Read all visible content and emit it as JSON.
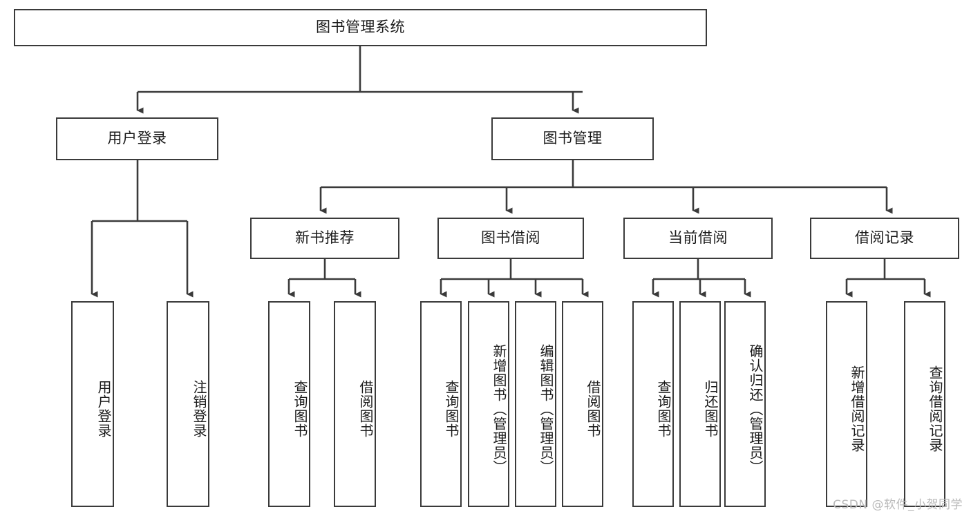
{
  "diagram": {
    "title": "图书管理系统",
    "type": "hierarchy-tree",
    "watermark": "CSDN @软件_小贺同学",
    "colors": {
      "stroke": "#3a3a3a",
      "fill": "#ffffff",
      "text": "#1a1a1a",
      "watermark": "#b9b9b9"
    },
    "levels": {
      "root": "图书管理系统",
      "level2": [
        "用户登录",
        "图书管理"
      ],
      "level3": [
        "新书推荐",
        "图书借阅",
        "当前借阅",
        "借阅记录"
      ]
    },
    "nodes": {
      "root": {
        "label": "图书管理系统"
      },
      "user_login": {
        "label": "用户登录"
      },
      "book_manage": {
        "label": "图书管理"
      },
      "new_book_rec": {
        "label": "新书推荐"
      },
      "book_borrow": {
        "label": "图书借阅"
      },
      "current_borrow": {
        "label": "当前借阅"
      },
      "borrow_record": {
        "label": "借阅记录"
      }
    },
    "leaves": {
      "user_login": [
        {
          "label": "用户登录"
        },
        {
          "label": "注销登录"
        }
      ],
      "new_book_rec": [
        {
          "label": "查询图书"
        },
        {
          "label": "借阅图书"
        }
      ],
      "book_borrow": [
        {
          "label": "查询图书"
        },
        {
          "label": "新增图书（管理员）"
        },
        {
          "label": "编辑图书（管理员）"
        },
        {
          "label": "借阅图书"
        }
      ],
      "current_borrow": [
        {
          "label": "查询图书"
        },
        {
          "label": "归还图书"
        },
        {
          "label": "确认归还（管理员）"
        }
      ],
      "borrow_record": [
        {
          "label": "新增借阅记录"
        },
        {
          "label": "查询借阅记录"
        }
      ]
    }
  }
}
